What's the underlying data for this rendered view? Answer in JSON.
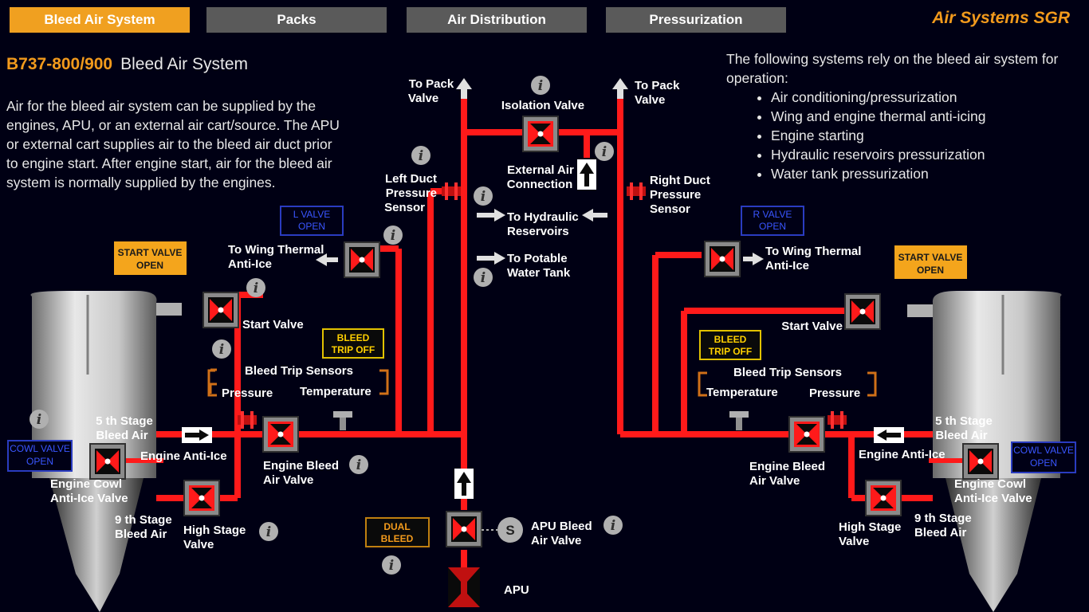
{
  "tabs": [
    {
      "label": "Bleed Air System",
      "active": true
    },
    {
      "label": "Packs",
      "active": false
    },
    {
      "label": "Air Distribution",
      "active": false
    },
    {
      "label": "Pressurization",
      "active": false
    }
  ],
  "brand": "Air Systems SGR",
  "heading": {
    "model": "B737-800/900",
    "title": "Bleed Air System"
  },
  "intro": "Air for the bleed air system can be supplied by the engines, APU, or an external air cart/source. The APU or external cart supplies air to the bleed air duct prior to engine start. After engine start, air for the bleed air system is normally supplied by the engines.",
  "reliance": {
    "intro": "The following systems rely on the bleed air system for operation:",
    "items": [
      "Air conditioning/pressurization",
      "Wing and engine thermal anti-icing",
      "Engine starting",
      "Hydraulic reservoirs pressurization",
      "Water tank pressurization"
    ]
  },
  "labels": {
    "to_pack_l": [
      "To Pack",
      "Valve"
    ],
    "to_pack_r": [
      "To Pack",
      "Valve"
    ],
    "isolation_valve": "Isolation Valve",
    "ext_air": [
      "External Air",
      "Connection"
    ],
    "left_duct": [
      "Left Duct",
      "Pressure",
      "Sensor"
    ],
    "right_duct": [
      "Right Duct",
      "Pressure",
      "Sensor"
    ],
    "hyd": [
      "To Hydraulic",
      "Reservoirs"
    ],
    "potable": [
      "To Potable",
      "Water Tank"
    ],
    "wing_l": [
      "To Wing Thermal",
      "Anti-Ice"
    ],
    "wing_r": [
      "To Wing Thermal",
      "Anti-Ice"
    ],
    "start_valve_l": "Start Valve",
    "start_valve_r": "Start Valve",
    "bleed_trip_l": "Bleed Trip Sensors",
    "bleed_trip_r": "Bleed Trip Sensors",
    "pressure_l": "Pressure",
    "temperature_l": "Temperature",
    "pressure_r": "Pressure",
    "temperature_r": "Temperature",
    "stage5_l": [
      "5 th Stage",
      "Bleed Air"
    ],
    "stage5_r": [
      "5 th Stage",
      "Bleed Air"
    ],
    "eng_anti_ice_l": "Engine Anti-Ice",
    "eng_anti_ice_r": "Engine Anti-Ice",
    "eng_bleed_l": [
      "Engine Bleed",
      "Air Valve"
    ],
    "eng_bleed_r": [
      "Engine Bleed",
      "Air Valve"
    ],
    "cowl_l": [
      "Engine Cowl",
      "Anti-Ice Valve"
    ],
    "cowl_r": [
      "Engine Cowl",
      "Anti-Ice Valve"
    ],
    "stage9_l": [
      "9 th Stage",
      "Bleed Air"
    ],
    "stage9_r": [
      "9 th Stage",
      "Bleed Air"
    ],
    "high_stage_l": [
      "High Stage",
      "Valve"
    ],
    "high_stage_r": [
      "High Stage",
      "Valve"
    ],
    "apu_bleed": [
      "APU Bleed",
      "Air Valve"
    ],
    "apu": "APU",
    "solenoid": "S"
  },
  "lamps": {
    "l_valve_open": [
      "L  VALVE",
      "OPEN"
    ],
    "r_valve_open": [
      "R  VALVE",
      "OPEN"
    ],
    "start_valve_l": [
      "START VALVE",
      "OPEN"
    ],
    "start_valve_r": [
      "START VALVE",
      "OPEN"
    ],
    "bleed_trip_l": [
      "BLEED",
      "TRIP OFF"
    ],
    "bleed_trip_r": [
      "BLEED",
      "TRIP OFF"
    ],
    "cowl_l": [
      "COWL VALVE",
      "OPEN"
    ],
    "cowl_r": [
      "COWL VALVE",
      "OPEN"
    ],
    "dual_bleed": [
      "DUAL",
      "BLEED"
    ]
  },
  "info_glyph": "i",
  "colors": {
    "accent": "#f29a1c",
    "duct": "#ff1a1a",
    "tab_inactive": "#5a5a5a",
    "background": "#000014"
  }
}
